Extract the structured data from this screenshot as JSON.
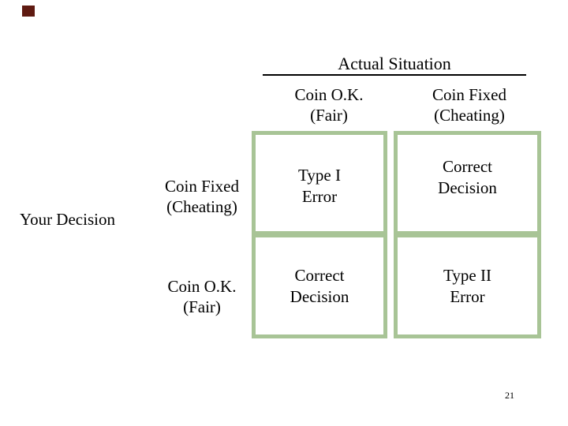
{
  "slide": {
    "title_bullet_color": "#5f1a11",
    "page_number": "21",
    "matrix": {
      "border_color": "#a8c496",
      "column_axis_title": "Actual Situation",
      "row_axis_title": "Your Decision",
      "column_headers": [
        {
          "line1": "Coin O.K.",
          "line2": "(Fair)"
        },
        {
          "line1": "Coin Fixed",
          "line2": "(Cheating)"
        }
      ],
      "row_headers": [
        {
          "line1": "Coin Fixed",
          "line2": "(Cheating)"
        },
        {
          "line1": "Coin O.K.",
          "line2": "(Fair)"
        }
      ],
      "cells": {
        "top_left": {
          "line1": "Type I",
          "line2": "Error"
        },
        "top_right": {
          "line1": "Correct",
          "line2": "Decision"
        },
        "bottom_left": {
          "line1": "Correct",
          "line2": "Decision"
        },
        "bottom_right": {
          "line1": "Type II",
          "line2": "Error"
        }
      }
    }
  }
}
